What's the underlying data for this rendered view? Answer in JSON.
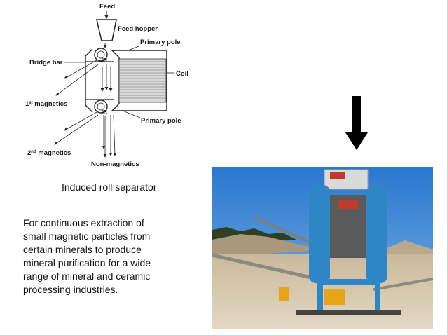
{
  "diagram": {
    "labels": {
      "feed": "Feed",
      "feed_hopper": "Feed hopper",
      "primary_pole_top": "Primary pole",
      "bridge_bar": "Bridge bar",
      "ir_top": "IR",
      "coil": "Coil",
      "first_magnetics_num": "1",
      "first_magnetics_sup": "st",
      "first_magnetics_rest": " magnetics",
      "ir_bottom": "IR",
      "primary_pole_bottom": "Primary pole",
      "second_magnetics_num": "2",
      "second_magnetics_sup": "nd",
      "second_magnetics_rest": "  magnetics",
      "non_magnetics": "Non-magnetics"
    }
  },
  "caption": "Induced roll separator",
  "description": "For continuous extraction of small magnetic particles from certain minerals to produce mineral purification for a wide range of mineral and ceramic processing industries.",
  "colors": {
    "machine_blue": "#2f86c6",
    "sky": "#2f7fd0",
    "arrow": "#000000"
  }
}
